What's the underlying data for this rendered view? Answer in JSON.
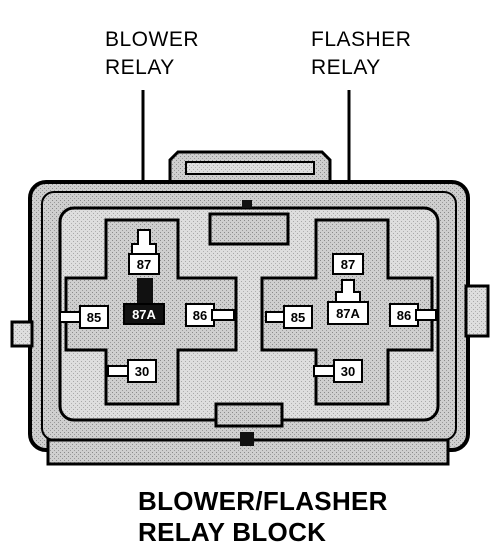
{
  "labels": {
    "blower_relay": {
      "line1": "BLOWER",
      "line2": "RELAY"
    },
    "flasher_relay": {
      "line1": "FLASHER",
      "line2": "RELAY"
    }
  },
  "caption": {
    "line1": "BLOWER/FLASHER",
    "line2": "RELAY BLOCK"
  },
  "blower_pins": {
    "p87": "87",
    "p87a": "87A",
    "p85": "85",
    "p86": "86",
    "p30": "30"
  },
  "flasher_pins": {
    "p87": "87",
    "p87a": "87A",
    "p85": "85",
    "p86": "86",
    "p30": "30"
  },
  "colors": {
    "housing_fill": "#d3d3d3",
    "outline": "#000000",
    "terminal_dark": "#111111",
    "label_box": "#ffffff"
  }
}
